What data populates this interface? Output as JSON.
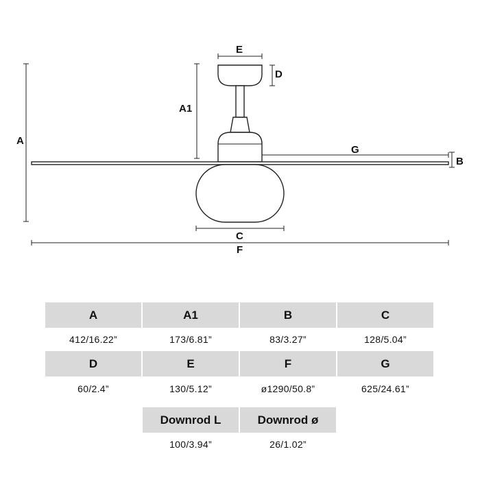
{
  "diagram": {
    "labels": {
      "a": "A",
      "a1": "A1",
      "b": "B",
      "c": "C",
      "d": "D",
      "e": "E",
      "f": "F",
      "g": "G"
    }
  },
  "table": {
    "row1": {
      "headers": [
        "A",
        "A1",
        "B",
        "C"
      ],
      "values": [
        "412/16.22”",
        "173/6.81”",
        "83/3.27”",
        "128/5.04”"
      ]
    },
    "row2": {
      "headers": [
        "D",
        "E",
        "F",
        "G"
      ],
      "values": [
        "60/2.4”",
        "130/5.12”",
        "ø1290/50.8”",
        "625/24.61”"
      ]
    },
    "row3": {
      "headers": [
        "Downrod L",
        "Downrod ø"
      ],
      "values": [
        "100/3.94”",
        "26/1.02”"
      ]
    }
  }
}
